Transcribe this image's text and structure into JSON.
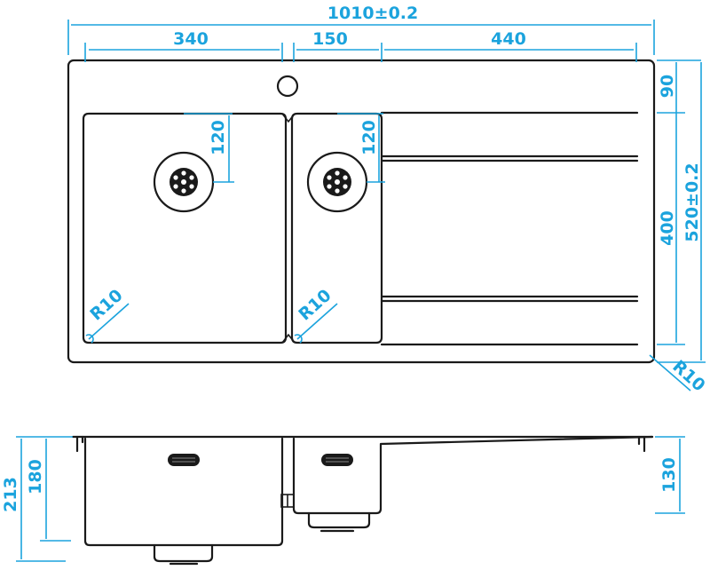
{
  "drawing": {
    "title": "Sink technical drawing",
    "colors": {
      "outline": "#1a1a1a",
      "dimension": "#1ba3dd",
      "background": "#ffffff"
    },
    "top_view": {
      "overall_width": "1010±0.2",
      "bowl_left_width": "340",
      "bowl_right_width": "150",
      "drainer_width": "440",
      "top_margin": "90",
      "inner_depth": "400",
      "overall_depth": "520±0.2",
      "drain_offset_left": "120",
      "drain_offset_right": "120",
      "radius_left_bowl": "R10",
      "radius_right_bowl": "R10",
      "radius_corner": "R10"
    },
    "side_view": {
      "total_height": "213",
      "bowl_depth_left": "180",
      "bowl_depth_right": "130"
    }
  }
}
